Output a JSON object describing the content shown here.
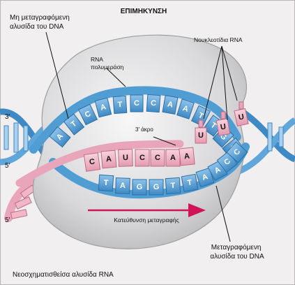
{
  "title": "ΕΠΙΜΗΚΥΝΣΗ",
  "labels": {
    "non_template_line1": "Μη μεταγραφόμενη",
    "non_template_line2": "αλυσίδα του DNA",
    "polymerase_line1": "RNA",
    "polymerase_line2": "πολυμεράση",
    "nucleotides": "Νουκλεοτίδια RNA",
    "three_prime_end": "3′ άκρο",
    "direction": "Κατεύθυνση μεταγραφής",
    "template_line1": "Μεταγραφόμενη",
    "template_line2": "αλυσίδα του DNA",
    "new_rna": "Νεοσχηματισθείσα αλυσίδα RNA"
  },
  "strand_ends": {
    "top_left": "3′",
    "middle_left": "5′",
    "bottom_left": "5′"
  },
  "bases": {
    "non_template": [
      "A",
      "T",
      "C",
      "A",
      "T",
      "C",
      "C",
      "A",
      "A",
      "T",
      "T",
      "G",
      "G"
    ],
    "rna": [
      "C",
      "A",
      "U",
      "C",
      "C",
      "A",
      "A"
    ],
    "template": [
      "T",
      "A",
      "G",
      "G",
      "T",
      "T",
      "A",
      "A",
      "C",
      "C"
    ],
    "free_nucleotides": [
      "U",
      "U",
      "U"
    ]
  },
  "colors": {
    "dna_blue": "#4f9dd3",
    "dna_light": "#a9d0ec",
    "rna_pink": "#f2b7c6",
    "rna_dark": "#d77a95",
    "polymerase": "#cfcfd1",
    "arrow": "#d1145a"
  }
}
